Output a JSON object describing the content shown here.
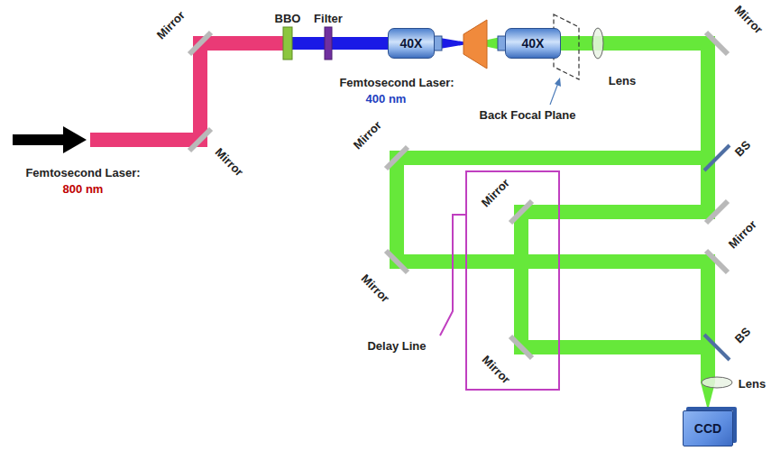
{
  "diagram": {
    "nodes": [
      {
        "text": [
          "40X"
        ]
      },
      {
        "text": [
          "40X"
        ]
      },
      {
        "text": [
          "CCD"
        ]
      }
    ],
    "edges": [
      {
        "from": 0,
        "to": 1,
        "arrow": "none"
      },
      {
        "from": 1,
        "to": 2,
        "arrow": "to"
      }
    ],
    "labels": [
      "Mirror",
      "BBO",
      "Filter",
      "Mirror",
      "Femtosecond Laser:",
      "400 nm",
      "Back Focal Plane",
      "Lens",
      "Mirror",
      "Femtosecond Laser:",
      "800 nm",
      "BS",
      "Mirror",
      "Mirror",
      "Mirror",
      "Mirror",
      "Delay Line",
      "Mirror",
      "BS",
      "Lens"
    ]
  }
}
